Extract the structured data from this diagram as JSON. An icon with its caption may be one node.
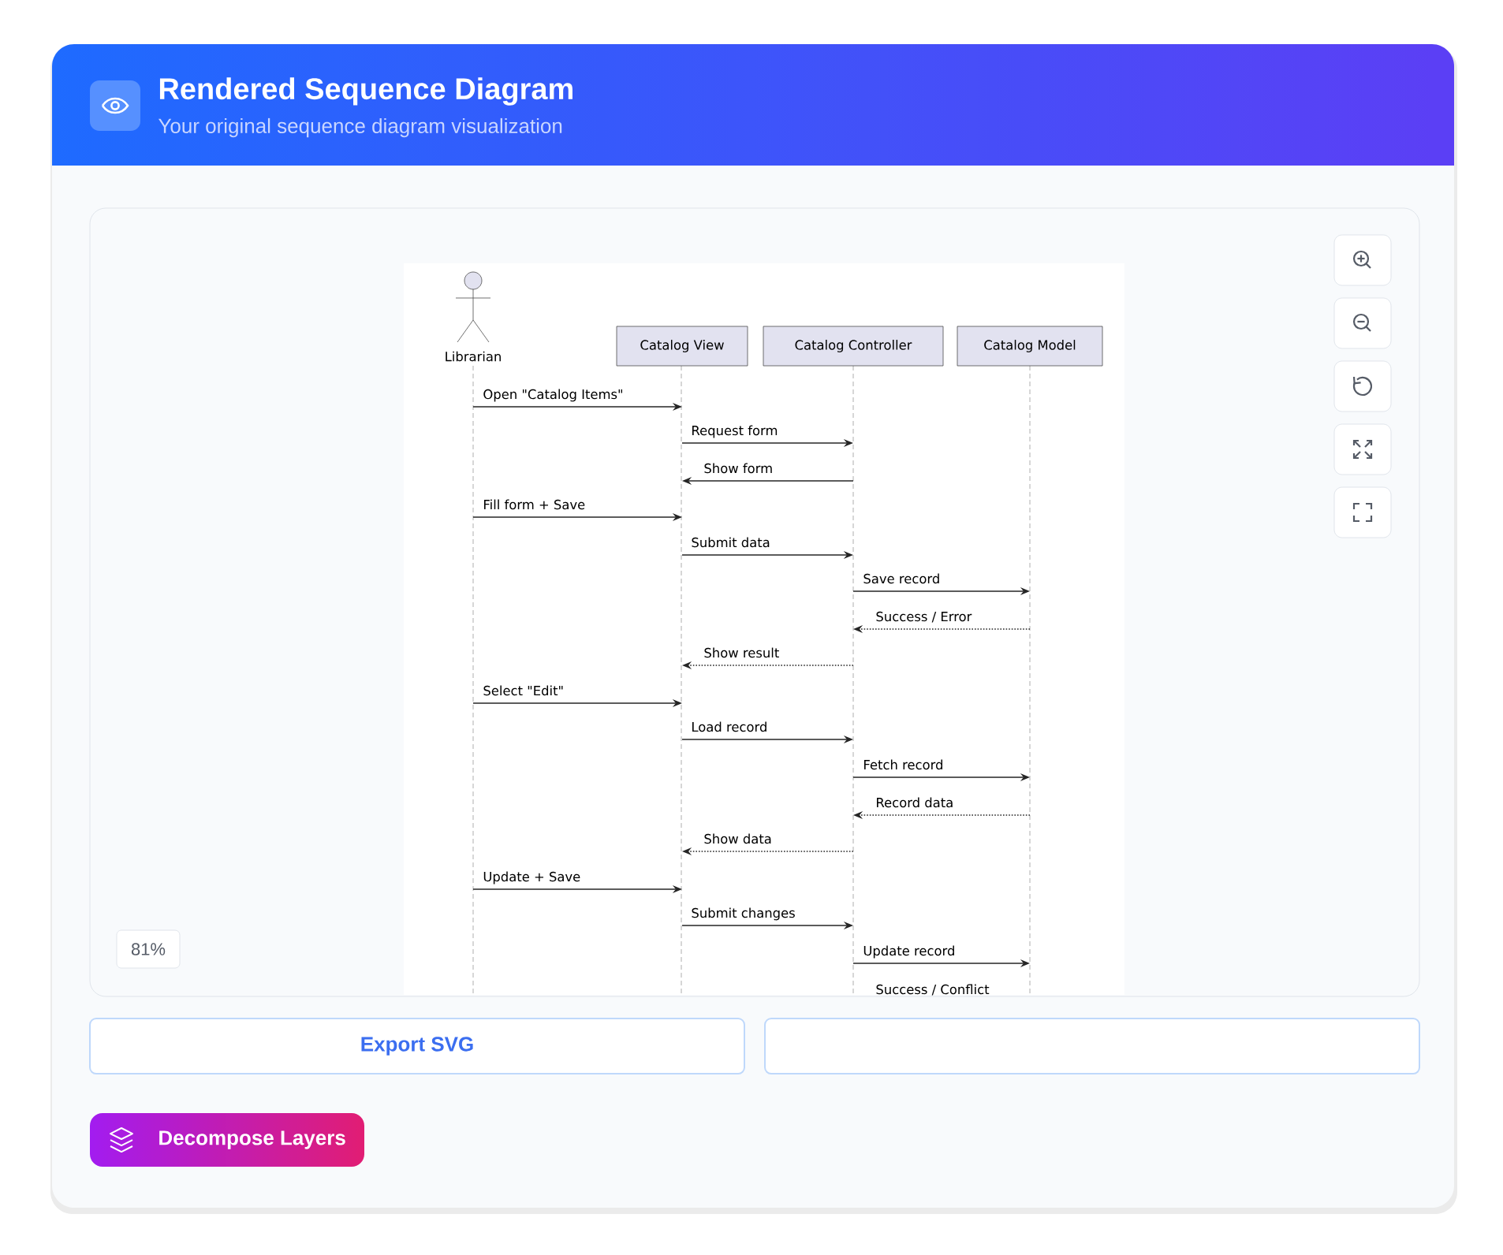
{
  "diagram": {
    "title": "Rendered Sequence Diagram",
    "nodes": [
      {
        "text": [
          "Librarian"
        ]
      },
      {
        "text": [
          "Catalog View"
        ]
      },
      {
        "text": [
          "Catalog Controller"
        ]
      },
      {
        "text": [
          "Catalog Model"
        ]
      }
    ],
    "edges": [
      {
        "from": 0,
        "to": 1,
        "arrow": "to",
        "label": "Open \"Catalog Items\""
      },
      {
        "from": 1,
        "to": 2,
        "arrow": "to",
        "label": "Request form"
      },
      {
        "from": 2,
        "to": 1,
        "arrow": "to",
        "label": "Show form"
      },
      {
        "from": 0,
        "to": 1,
        "arrow": "to",
        "label": "Fill form + Save"
      },
      {
        "from": 1,
        "to": 2,
        "arrow": "to",
        "label": "Submit data"
      },
      {
        "from": 2,
        "to": 3,
        "arrow": "to",
        "label": "Save record"
      },
      {
        "from": 3,
        "to": 2,
        "arrow": "to",
        "label": "Success / Error",
        "style": "dashed"
      },
      {
        "from": 2,
        "to": 1,
        "arrow": "to",
        "label": "Show result",
        "style": "dashed"
      },
      {
        "from": 0,
        "to": 1,
        "arrow": "to",
        "label": "Select \"Edit\""
      },
      {
        "from": 1,
        "to": 2,
        "arrow": "to",
        "label": "Load record"
      },
      {
        "from": 2,
        "to": 3,
        "arrow": "to",
        "label": "Fetch record"
      },
      {
        "from": 3,
        "to": 2,
        "arrow": "to",
        "label": "Record data",
        "style": "dashed"
      },
      {
        "from": 2,
        "to": 1,
        "arrow": "to",
        "label": "Show data",
        "style": "dashed"
      },
      {
        "from": 0,
        "to": 1,
        "arrow": "to",
        "label": "Update + Save"
      },
      {
        "from": 1,
        "to": 2,
        "arrow": "to",
        "label": "Submit changes"
      },
      {
        "from": 2,
        "to": 3,
        "arrow": "to",
        "label": "Update record"
      }
    ],
    "labels": [
      "Your original sequence diagram visualization",
      "Success / Conflict",
      "81%",
      "Export SVG",
      "Decompose Layers"
    ]
  }
}
